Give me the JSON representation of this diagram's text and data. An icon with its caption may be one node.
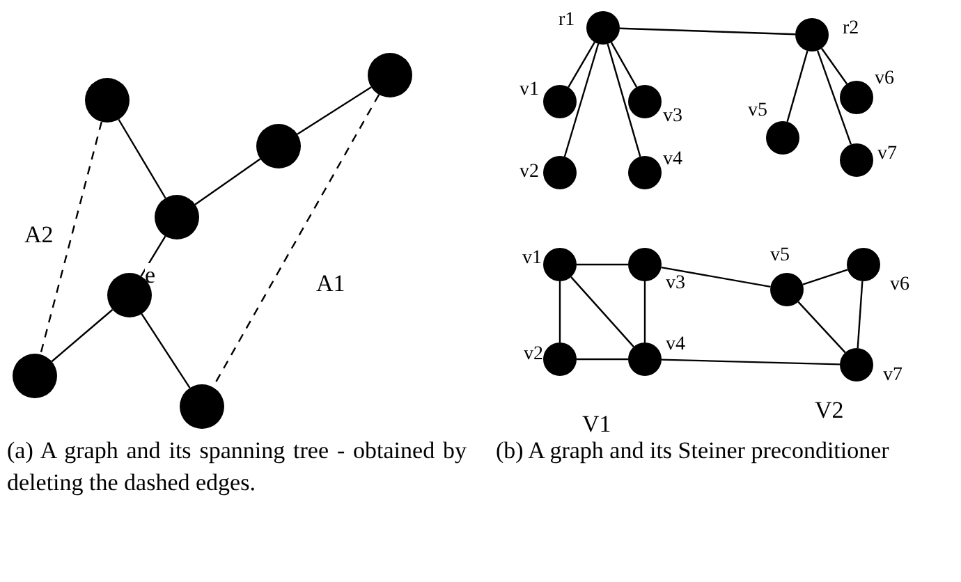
{
  "diagram": {
    "nodes": [
      {
        "text": [],
        "shape": "circle"
      },
      {
        "text": [],
        "shape": "circle"
      },
      {
        "text": [],
        "shape": "circle"
      },
      {
        "text": [],
        "shape": "circle"
      },
      {
        "text": [],
        "shape": "circle"
      },
      {
        "text": [],
        "shape": "circle"
      },
      {
        "text": [],
        "shape": "circle"
      },
      {
        "text": [],
        "shape": "circle",
        "beside": [
          "r1"
        ]
      },
      {
        "text": [],
        "shape": "circle",
        "beside": [
          "r2"
        ]
      },
      {
        "text": [],
        "shape": "circle",
        "beside": [
          "v1"
        ]
      },
      {
        "text": [],
        "shape": "circle",
        "beside": [
          "v3"
        ]
      },
      {
        "text": [],
        "shape": "circle",
        "beside": [
          "v2"
        ]
      },
      {
        "text": [],
        "shape": "circle",
        "beside": [
          "v4"
        ]
      },
      {
        "text": [],
        "shape": "circle",
        "beside": [
          "v5"
        ]
      },
      {
        "text": [],
        "shape": "circle",
        "beside": [
          "v6"
        ]
      },
      {
        "text": [],
        "shape": "circle",
        "beside": [
          "v7"
        ]
      },
      {
        "text": [],
        "shape": "circle",
        "beside": [
          "v1"
        ]
      },
      {
        "text": [],
        "shape": "circle",
        "beside": [
          "v3"
        ]
      },
      {
        "text": [],
        "shape": "circle",
        "beside": [
          "v5"
        ]
      },
      {
        "text": [],
        "shape": "circle",
        "beside": [
          "v6"
        ]
      },
      {
        "text": [],
        "shape": "circle",
        "beside": [
          "v2"
        ]
      },
      {
        "text": [],
        "shape": "circle",
        "beside": [
          "v4"
        ]
      },
      {
        "text": [],
        "shape": "circle",
        "beside": [
          "v7"
        ]
      }
    ],
    "edges": [
      {
        "from": 0,
        "to": 3,
        "arrow": "none"
      },
      {
        "from": 1,
        "to": 2,
        "arrow": "none"
      },
      {
        "from": 2,
        "to": 3,
        "arrow": "none"
      },
      {
        "from": 3,
        "to": 4,
        "arrow": "none",
        "label": "e"
      },
      {
        "from": 4,
        "to": 5,
        "arrow": "none"
      },
      {
        "from": 4,
        "to": 6,
        "arrow": "none"
      },
      {
        "from": 0,
        "to": 5,
        "arrow": "none",
        "label": "A2",
        "style": "dashed"
      },
      {
        "from": 1,
        "to": 6,
        "arrow": "none",
        "label": "A1",
        "style": "dashed"
      },
      {
        "from": 7,
        "to": 8,
        "arrow": "none"
      },
      {
        "from": 7,
        "to": 9,
        "arrow": "none"
      },
      {
        "from": 7,
        "to": 10,
        "arrow": "none"
      },
      {
        "from": 7,
        "to": 11,
        "arrow": "none"
      },
      {
        "from": 7,
        "to": 12,
        "arrow": "none"
      },
      {
        "from": 8,
        "to": 13,
        "arrow": "none"
      },
      {
        "from": 8,
        "to": 14,
        "arrow": "none"
      },
      {
        "from": 8,
        "to": 15,
        "arrow": "none"
      },
      {
        "from": 16,
        "to": 17,
        "arrow": "none"
      },
      {
        "from": 16,
        "to": 20,
        "arrow": "none"
      },
      {
        "from": 16,
        "to": 21,
        "arrow": "none"
      },
      {
        "from": 17,
        "to": 21,
        "arrow": "none"
      },
      {
        "from": 20,
        "to": 21,
        "arrow": "none"
      },
      {
        "from": 17,
        "to": 18,
        "arrow": "none"
      },
      {
        "from": 18,
        "to": 19,
        "arrow": "none"
      },
      {
        "from": 18,
        "to": 22,
        "arrow": "none"
      },
      {
        "from": 19,
        "to": 22,
        "arrow": "none"
      },
      {
        "from": 21,
        "to": 22,
        "arrow": "none"
      }
    ],
    "labels": [
      "V1",
      "V2",
      "(a) A graph and its spanning tree - obtained by deleting the dashed edges.",
      "(b) A graph and its Steiner preconditioner"
    ]
  }
}
